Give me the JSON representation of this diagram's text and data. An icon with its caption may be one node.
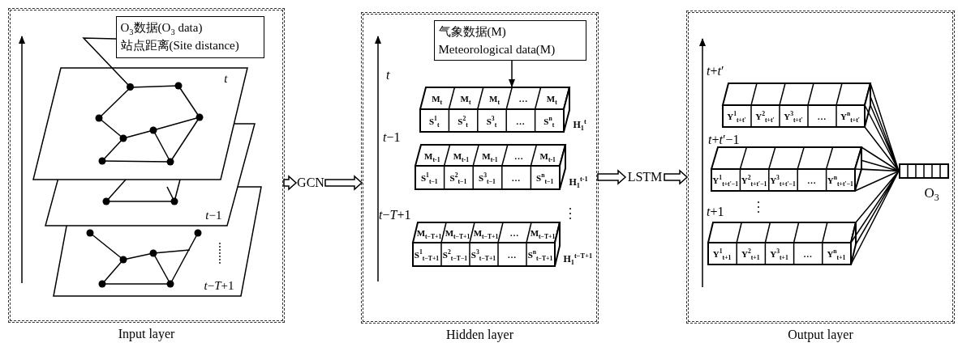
{
  "diagram": {
    "nodes": [
      {
        "text": [
          "Input layer"
        ]
      },
      {
        "text": [
          "O$_{3}$数据(O$_{3}$ data)",
          "站点距离(Site distance)"
        ],
        "in": 0
      },
      {
        "text": [
          "t"
        ],
        "in": 0
      },
      {
        "text": [],
        "shape": "circle",
        "in": 2
      },
      {
        "text": [
          "*t*−1"
        ],
        "in": 0
      },
      {
        "text": [
          "*t*−*T*+1"
        ],
        "in": 0
      },
      {
        "text": [
          "GCN"
        ]
      },
      {
        "text": [
          "Hidden layer"
        ]
      },
      {
        "text": [
          "气象数据(M)",
          "Meteorological data(M)"
        ],
        "in": 7
      },
      {
        "text": [
          "M$_{t}$",
          "M$_{t}$",
          "M$_{t}$",
          "…",
          "M$_{t}$",
          "S$^{1}$$_{t}$",
          "S$^{2}$$_{t}$",
          "S$^{3}$$_{t}$",
          "…",
          "S$^{n}$$_{t}$"
        ],
        "in": 7,
        "beside": [
          "H$_{1}$$^{t}$"
        ]
      },
      {
        "text": [
          "M$_{t-1}$",
          "M$_{t-1}$",
          "M$_{t-1}$",
          "…",
          "M$_{t-1}$",
          "S$^{1}$$_{t−1}$",
          "S$^{2}$$_{t−1}$",
          "S$^{3}$$_{t−1}$",
          "…",
          "S$^{n}$$_{t−1}$"
        ],
        "in": 7,
        "beside": [
          "H$_{1}$$^{t-1}$"
        ]
      },
      {
        "text": [
          "M$_{t−T+1}$",
          "M$_{t−T+1}$",
          "M$_{t−T+1}$",
          "…",
          "M$_{t−T+1}$",
          "S$^{1}$$_{t−T+1}$",
          "S$^{2}$$_{t−T−1}$",
          "S$^{3}$$_{t−T+1}$",
          "…",
          "S$^{n}$$_{t−T+1}$"
        ],
        "in": 7,
        "beside": [
          "H$_{1}$$^{t−T+1}$"
        ]
      },
      {
        "text": [
          "LSTM"
        ]
      },
      {
        "text": [
          "Output layer"
        ]
      },
      {
        "text": [
          "Y$^{1}$$_{t+t′}$",
          "Y$^{2}$$_{t+t′}$",
          "Y$^{3}$$_{t+t′}$",
          "…",
          "Y$^{n}$$_{t+t′}$"
        ],
        "in": 13
      },
      {
        "text": [
          "Y$^{1}$$_{t+t′−1}$",
          "Y$^{2}$$_{t+t′−1}$",
          "Y$^{3}$$_{t+t′−1}$",
          "…",
          "Y$^{n}$$_{t+t′−1}$"
        ],
        "in": 13
      },
      {
        "text": [
          "Y$^{1}$$_{t+1}$",
          "Y$^{2}$$_{t+1}$",
          "Y$^{3}$$_{t+1}$",
          "…",
          "Y$^{n}$$_{t+1}$"
        ],
        "in": 13
      },
      {
        "text": [],
        "shape": "box",
        "in": 13,
        "beside": [
          "O$_{3}$"
        ]
      }
    ],
    "edges": [
      {
        "from": 0,
        "to": 6,
        "arrow": "to"
      },
      {
        "from": 6,
        "to": 7,
        "arrow": "to"
      },
      {
        "from": 1,
        "to": 3,
        "arrow": "none"
      },
      {
        "from": 8,
        "to": 9,
        "arrow": "to"
      },
      {
        "from": 7,
        "to": 12,
        "arrow": "to"
      },
      {
        "from": 12,
        "to": 13,
        "arrow": "to"
      },
      {
        "from": 14,
        "to": 17,
        "arrow": "none"
      },
      {
        "from": 15,
        "to": 17,
        "arrow": "none"
      },
      {
        "from": 16,
        "to": 17,
        "arrow": "none"
      }
    ],
    "labels": [
      "t",
      "*t*−1",
      "*t*−*T*+1",
      "*t*+*t*′",
      "*t*+*t*′−1",
      "*t*+1"
    ]
  }
}
